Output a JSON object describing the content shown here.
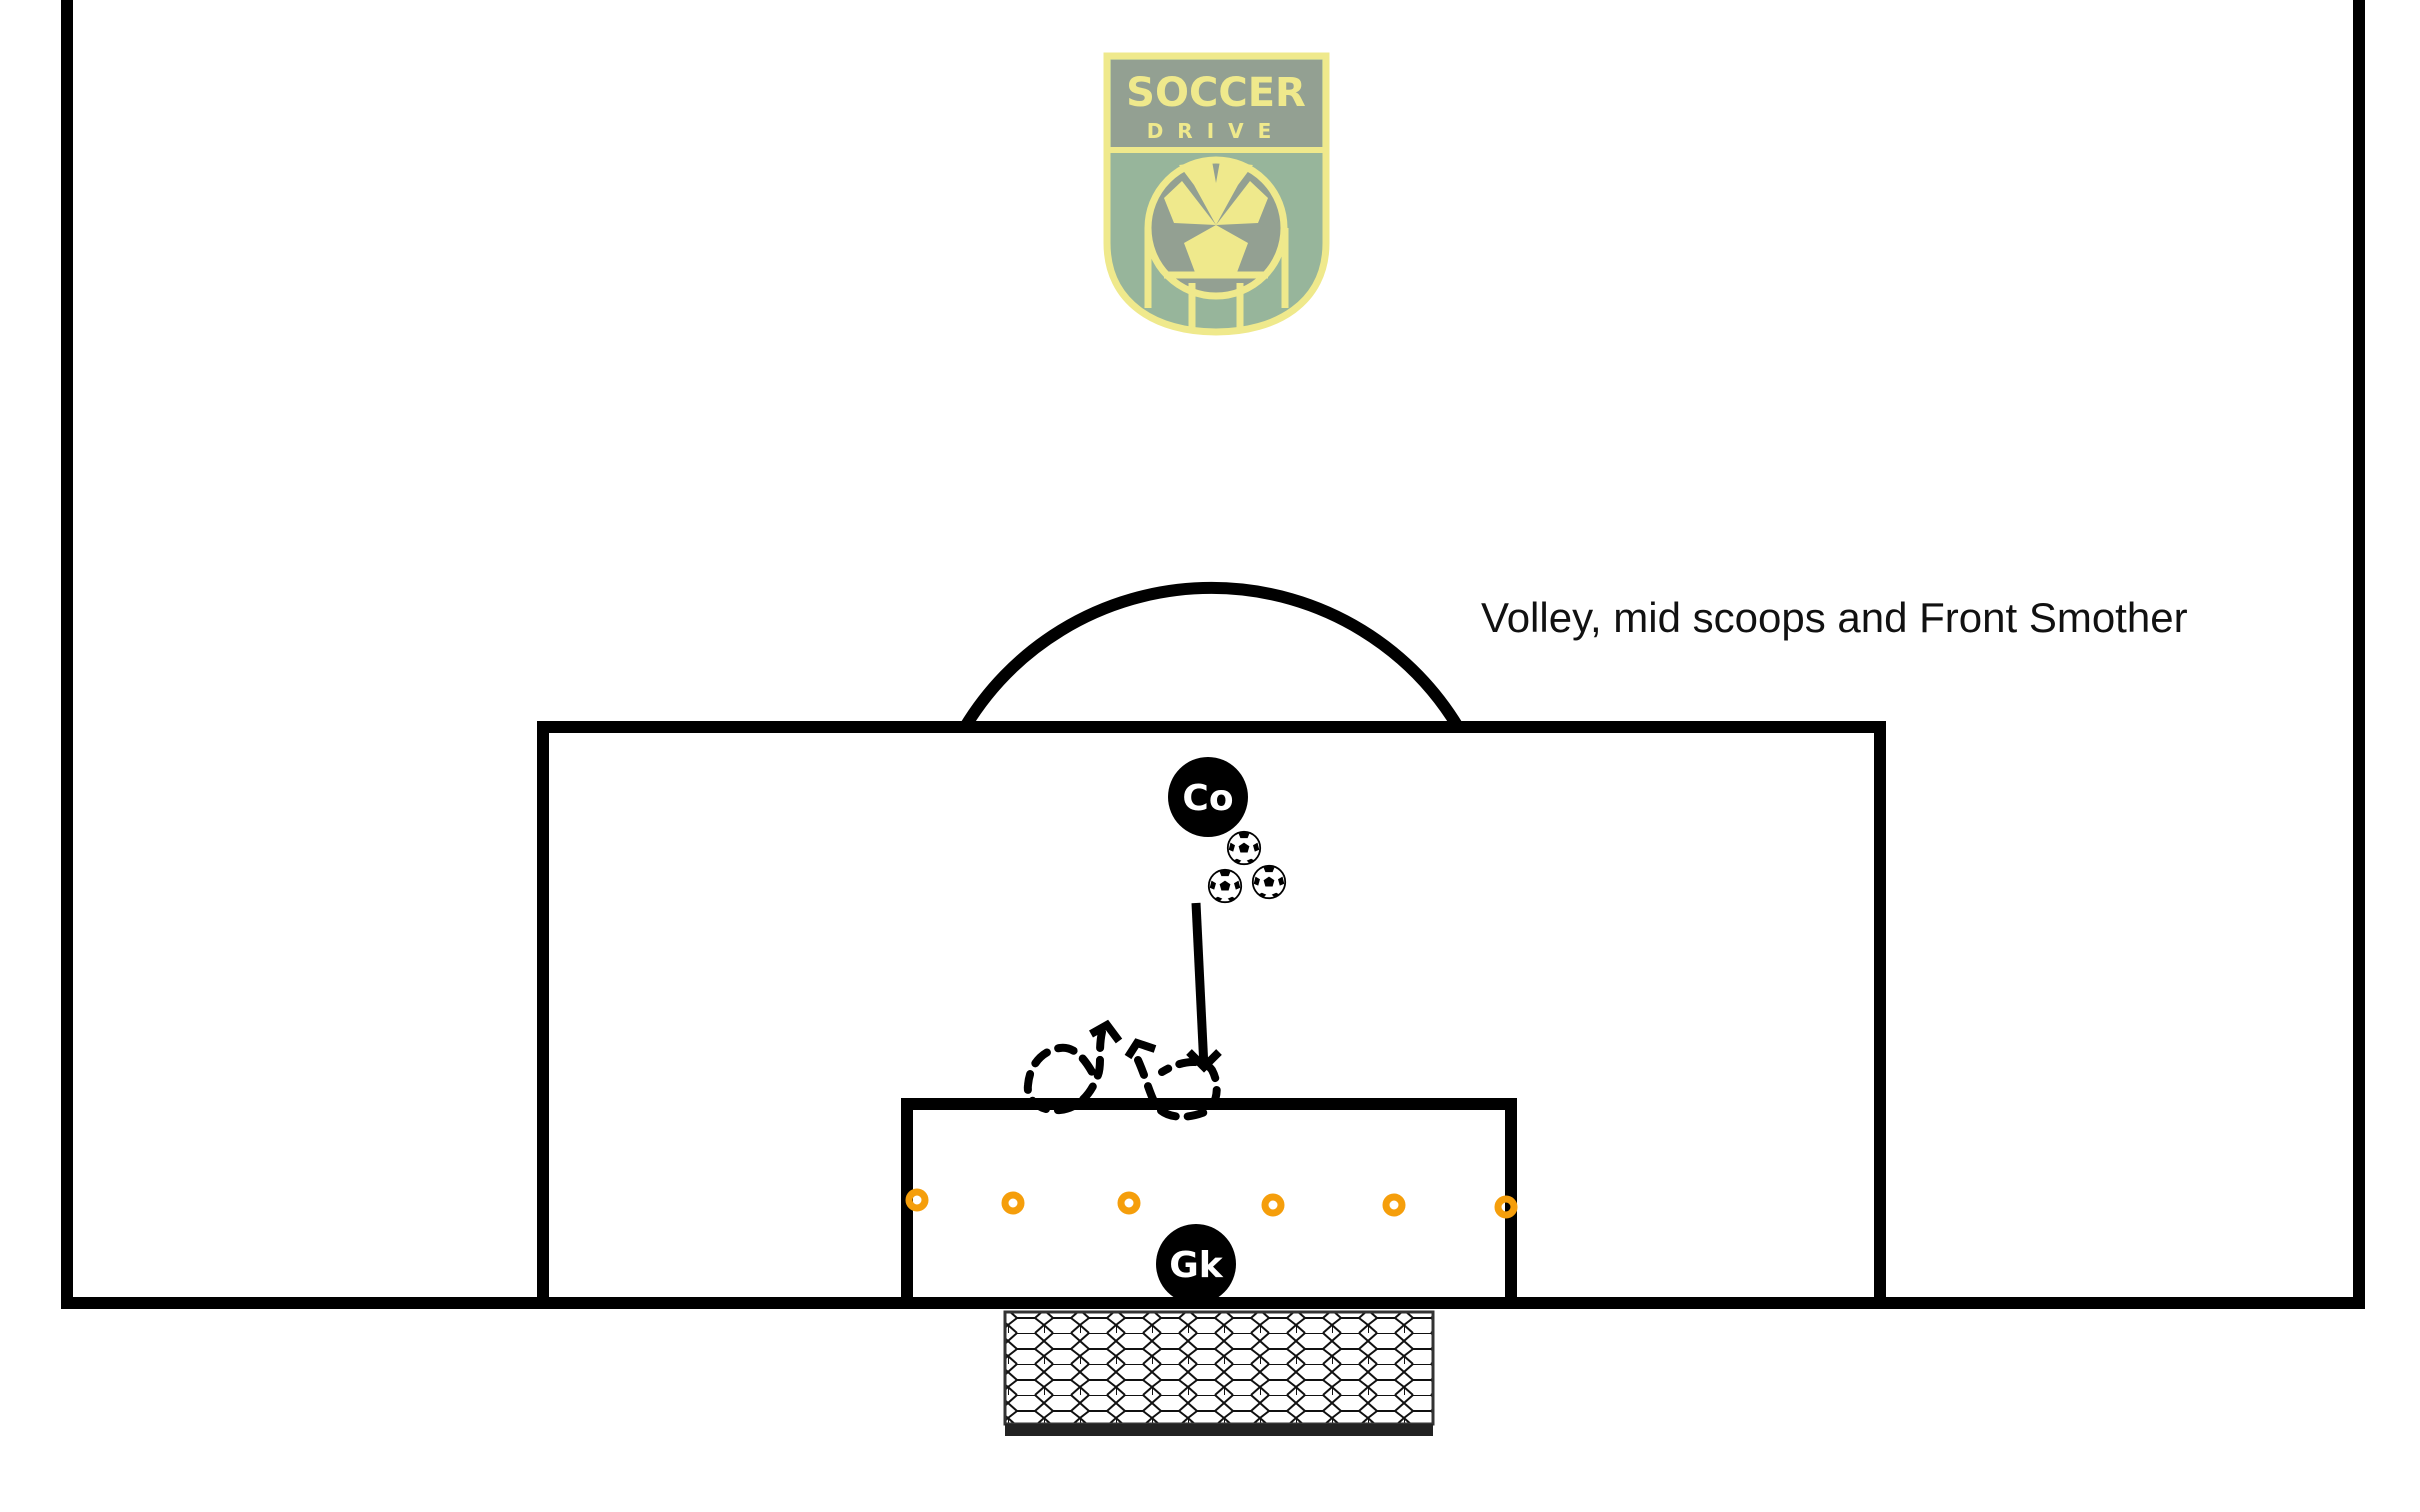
{
  "title": "Volley, mid scoops and Front Smother",
  "logo": {
    "line1": "SOCCER",
    "line2": "DRIVE"
  },
  "players": {
    "coach": "Co",
    "goalkeeper": "Gk"
  },
  "colors": {
    "lines": "#000000",
    "cone": "#f59e0b",
    "logo_yellow": "#efe98c",
    "logo_gray": "#93a092",
    "logo_green": "#97b59b"
  },
  "cone_count": 6,
  "ball_count": 3
}
